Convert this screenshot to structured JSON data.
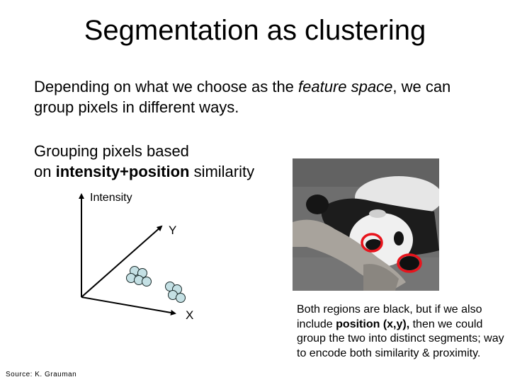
{
  "slide": {
    "title": "Segmentation as clustering",
    "intro": {
      "part1": "Depending on what we choose as the ",
      "emphasis": "feature space",
      "part2": ", we can group pixels in different ways."
    },
    "grouping": {
      "line1": "Grouping pixels based",
      "line2_prefix": "on ",
      "line2_bold": "intensity+position",
      "line2_suffix": " similarity"
    },
    "diagram": {
      "axes": {
        "vertical": "Intensity",
        "diagonal": "Y",
        "horizontal": "X"
      },
      "clusters": [
        {
          "name": "cluster-1",
          "points": 6,
          "fill": "#c4e0e4"
        },
        {
          "name": "cluster-2",
          "points": 4,
          "fill": "#c4e0e4"
        }
      ]
    },
    "photo": {
      "subject": "grayscale panda lying on log",
      "highlight_color": "#e8141c",
      "highlighted_regions": 2
    },
    "caption": {
      "part1": "Both regions are black, but if we also include ",
      "bold": "position (x,y),",
      "part2": " then we could group the two into distinct segments; way to encode both similarity & proximity."
    },
    "source": "Source: K. Grauman"
  }
}
